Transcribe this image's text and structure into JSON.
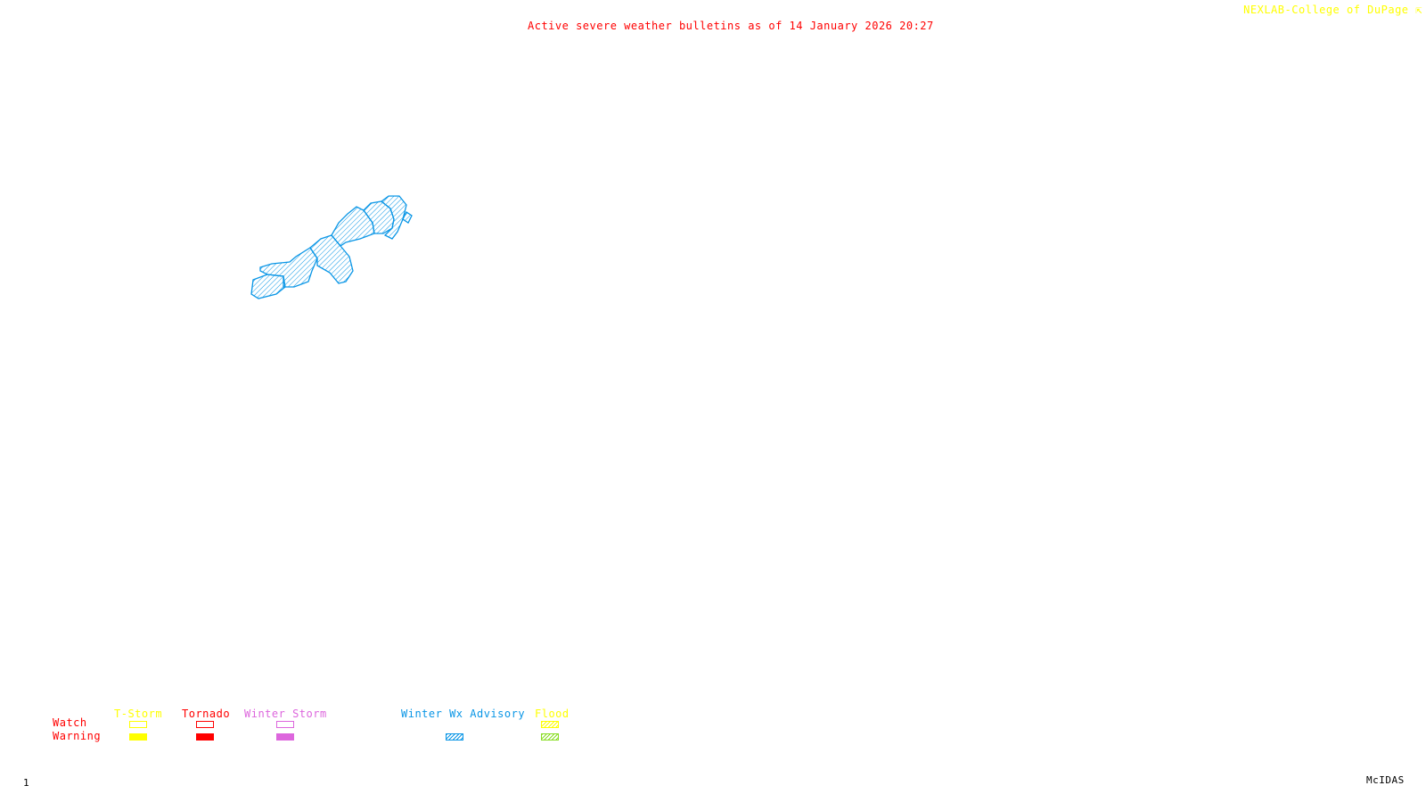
{
  "header": {
    "title": "Active severe weather bulletins as of 14 January 2026 20:27",
    "credit": "NEXLAB-College of DuPage",
    "credit_icon": "corner-arrow-icon"
  },
  "footer": {
    "frame_number": "1",
    "app_name": "McIDAS"
  },
  "map": {
    "active_products": [
      {
        "type": "Winter Wx Advisory",
        "color": "#0a96e6",
        "style": "hatched",
        "zones": 7
      }
    ]
  },
  "legend": {
    "row_labels": {
      "watch": "Watch",
      "warning": "Warning"
    },
    "categories": [
      {
        "label": "T-Storm",
        "color": "#ffff00",
        "watch": "outline",
        "warning": "filled"
      },
      {
        "label": "Tornado",
        "color": "#ff0000",
        "watch": "outline",
        "warning": "filled"
      },
      {
        "label": "Winter Storm",
        "color": "#dd66dd",
        "watch": "outline",
        "warning": "filled"
      },
      {
        "label": "Winter Wx Advisory",
        "color": "#0a96e6",
        "watch": null,
        "warning": "hatched"
      },
      {
        "label": "Flood",
        "color": "#ffff00",
        "warning_color": "#88dd22",
        "watch": "hatched",
        "warning": "hatched"
      }
    ]
  },
  "colors": {
    "title": "#ff0000",
    "credit": "#ffff00",
    "background": "#ffffff",
    "advisory": "#0a96e6"
  }
}
